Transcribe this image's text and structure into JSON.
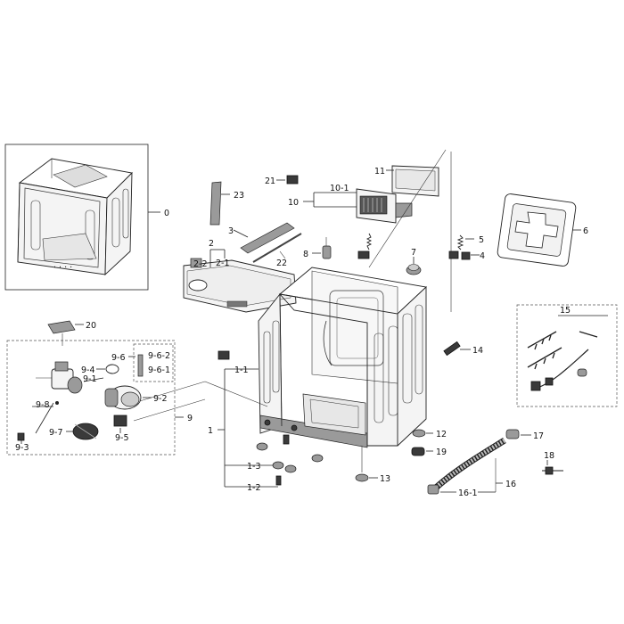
{
  "callouts": {
    "c0": "0",
    "c1": "1",
    "c1_1": "1-1",
    "c1_2": "1-2",
    "c1_3": "1-3",
    "c2": "2",
    "c2_1": "2-1",
    "c2_2": "2-2",
    "c3": "3",
    "c4": "4",
    "c5": "5",
    "c6": "6",
    "c7": "7",
    "c8": "8",
    "c9": "9",
    "c9_1": "9-1",
    "c9_2": "9-2",
    "c9_3": "9-3",
    "c9_4": "9-4",
    "c9_5": "9-5",
    "c9_6": "9-6",
    "c9_6_1": "9-6-1",
    "c9_6_2": "9-6-2",
    "c9_7": "9-7",
    "c9_8": "9-8",
    "c10": "10",
    "c10_1": "10-1",
    "c11": "11",
    "c12": "12",
    "c13": "13",
    "c14": "14",
    "c15": "15",
    "c16": "16",
    "c16_1": "16-1",
    "c17": "17",
    "c18": "18",
    "c19": "19",
    "c20": "20",
    "c21": "21",
    "c22": "22",
    "c23": "23"
  }
}
